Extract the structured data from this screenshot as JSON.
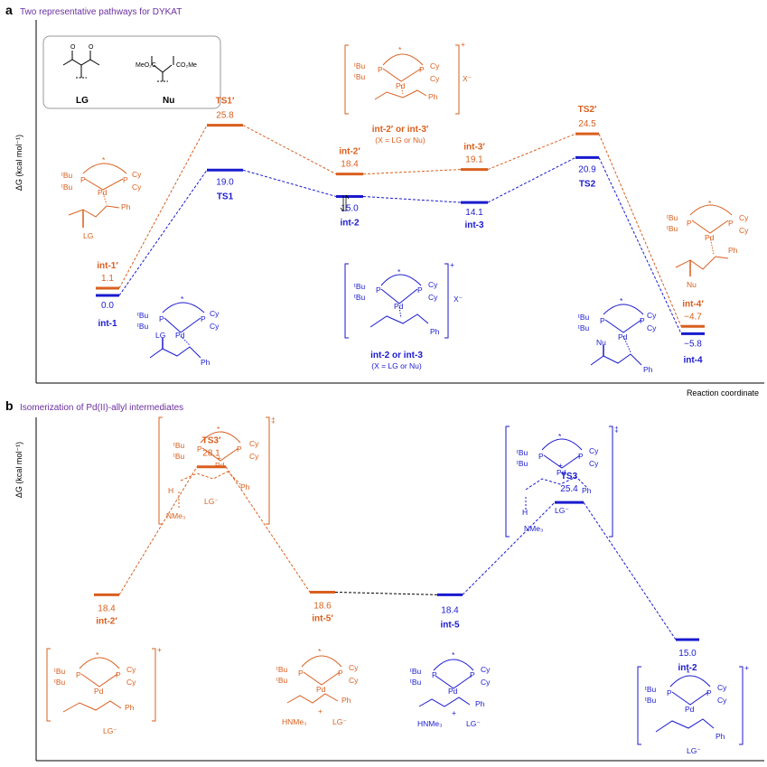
{
  "panel_a": {
    "letter": "a",
    "title": "Two representative pathways for DYKAT",
    "ylabel": "ΔG (kcal mol⁻¹)",
    "xlabel": "Reaction coordinate",
    "legend_box": {
      "lg_label": "LG",
      "nu_label": "Nu",
      "nu_formula_left": "MeO₂C",
      "nu_formula_right": "CO₂Me"
    },
    "states": [
      {
        "id": "int1",
        "name": "int-1",
        "value": "0.0",
        "series": "blue"
      },
      {
        "id": "int1p",
        "name": "int-1′",
        "value": "1.1",
        "series": "orange"
      },
      {
        "id": "ts1",
        "name": "TS1",
        "value": "19.0",
        "series": "blue"
      },
      {
        "id": "ts1p",
        "name": "TS1′",
        "value": "25.8",
        "series": "orange"
      },
      {
        "id": "int2",
        "name": "int-2",
        "value": "15.0",
        "series": "blue"
      },
      {
        "id": "int2p",
        "name": "int-2′",
        "value": "18.4",
        "series": "orange"
      },
      {
        "id": "int3",
        "name": "int-3",
        "value": "14.1",
        "series": "blue"
      },
      {
        "id": "int3p",
        "name": "int-3′",
        "value": "19.1",
        "series": "orange"
      },
      {
        "id": "ts2",
        "name": "TS2",
        "value": "20.9",
        "series": "blue"
      },
      {
        "id": "ts2p",
        "name": "TS2′",
        "value": "24.5",
        "series": "orange"
      },
      {
        "id": "int4",
        "name": "int-4",
        "value": "−5.8",
        "series": "blue"
      },
      {
        "id": "int4p",
        "name": "int-4′",
        "value": "−4.7",
        "series": "orange"
      }
    ],
    "captions": {
      "top_orange_1": "int-2′ or int-3′",
      "top_orange_2": "(X = LG or Nu)",
      "bottom_blue_1": "int-2 or int-3",
      "bottom_blue_2": "(X = LG or Nu)"
    }
  },
  "panel_b": {
    "letter": "b",
    "title": "Isomerization of Pd(II)-allyl intermediates",
    "ylabel": "ΔG (kcal mol⁻¹)",
    "states": [
      {
        "id": "b_int2p",
        "name": "int-2′",
        "value": "18.4",
        "series": "orange"
      },
      {
        "id": "b_ts3p",
        "name": "TS3′",
        "value": "28.1",
        "series": "orange"
      },
      {
        "id": "b_int5p",
        "name": "int-5′",
        "value": "18.6",
        "series": "orange"
      },
      {
        "id": "b_int5",
        "name": "int-5",
        "value": "18.4",
        "series": "blue"
      },
      {
        "id": "b_ts3",
        "name": "TS3",
        "value": "25.4",
        "series": "blue"
      },
      {
        "id": "b_int2",
        "name": "int-2",
        "value": "15.0",
        "series": "blue"
      }
    ]
  },
  "chem_text": {
    "tbu": "ᵗBu",
    "p": "P",
    "pd": "Pd",
    "cy": "Cy",
    "ph": "Ph",
    "lg": "LG",
    "nu": "Nu",
    "x_minus": "X⁻",
    "lg_minus": "LG⁻",
    "plus": "+",
    "dagger": "‡",
    "star": "*",
    "h": "H",
    "nme3": "NMe₃",
    "hnme3": "HNMe₃"
  },
  "colors": {
    "orange": "#d95f1e",
    "blue": "#1a1acf",
    "purple": "#6b2fa0",
    "dashed_black": "#000000"
  },
  "chart_data": [
    {
      "type": "line",
      "xlabel": "Reaction coordinate",
      "ylabel": "ΔG (kcal mol⁻¹)",
      "series": [
        {
          "name": "",
          "x": [
            "int-1′",
            "TS1′",
            "int-2′",
            "int-3′",
            "TS2′",
            "int-4′"
          ],
          "values": [
            1.1,
            25.8,
            18.4,
            19.1,
            24.5,
            -4.7
          ]
        },
        {
          "name": "",
          "x": [
            "int-1",
            "TS1",
            "int-2",
            "int-3",
            "TS2",
            "int-4"
          ],
          "values": [
            0.0,
            19.0,
            15.0,
            14.1,
            20.9,
            -5.8
          ]
        }
      ]
    },
    {
      "type": "line",
      "ylabel": "ΔG (kcal mol⁻¹)",
      "series": [
        {
          "name": "",
          "x": [
            "int-2′",
            "TS3′",
            "int-5′"
          ],
          "values": [
            18.4,
            28.1,
            18.6
          ]
        },
        {
          "name": "",
          "x": [
            "int-5",
            "TS3",
            "int-2"
          ],
          "values": [
            18.4,
            25.4,
            15.0
          ]
        }
      ]
    }
  ]
}
